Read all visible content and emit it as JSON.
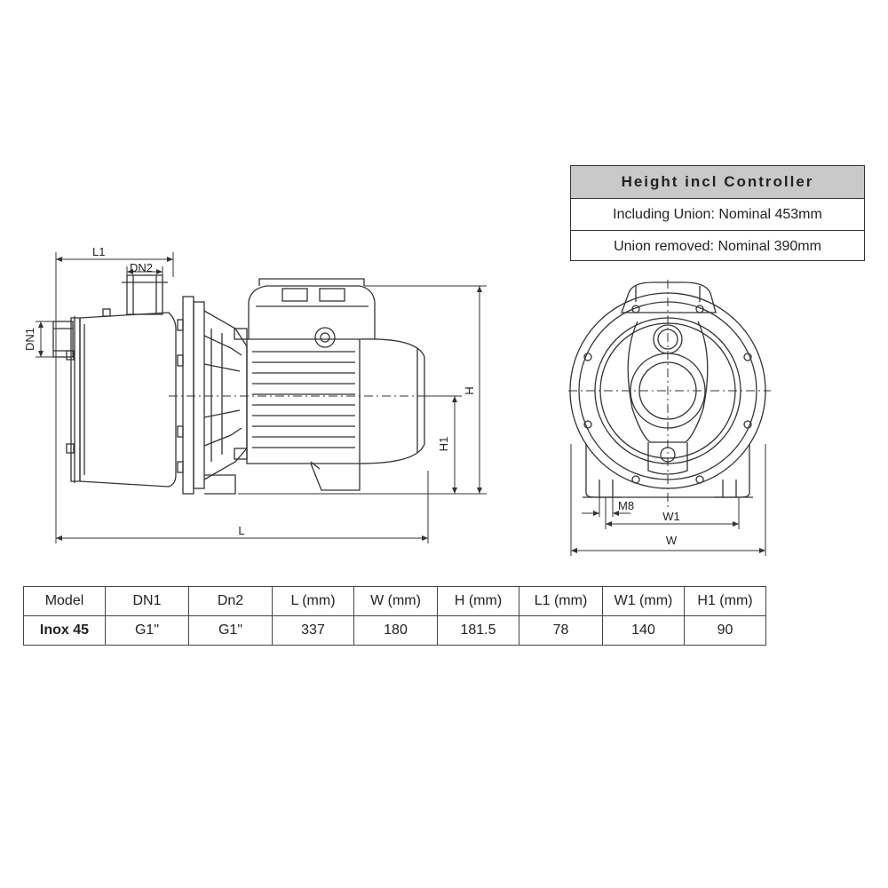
{
  "height_box": {
    "title": "Height incl Controller",
    "rows": [
      "Including Union:  Nominal 453mm",
      "Union removed: Nominal 390mm"
    ]
  },
  "side_view_labels": {
    "L1": "L1",
    "DN2": "DN2",
    "DN1": "DN1",
    "H": "H",
    "H1": "H1",
    "L": "L"
  },
  "front_view_labels": {
    "M8": "M8",
    "W1": "W1",
    "W": "W"
  },
  "spec_table": {
    "headers": [
      "Model",
      "DN1",
      "Dn2",
      "L (mm)",
      "W (mm)",
      "H (mm)",
      "L1 (mm)",
      "W1 (mm)",
      "H1 (mm)"
    ],
    "rows": [
      [
        "Inox 45",
        "G1\"",
        "G1\"",
        "337",
        "180",
        "181.5",
        "78",
        "140",
        "90"
      ]
    ]
  }
}
